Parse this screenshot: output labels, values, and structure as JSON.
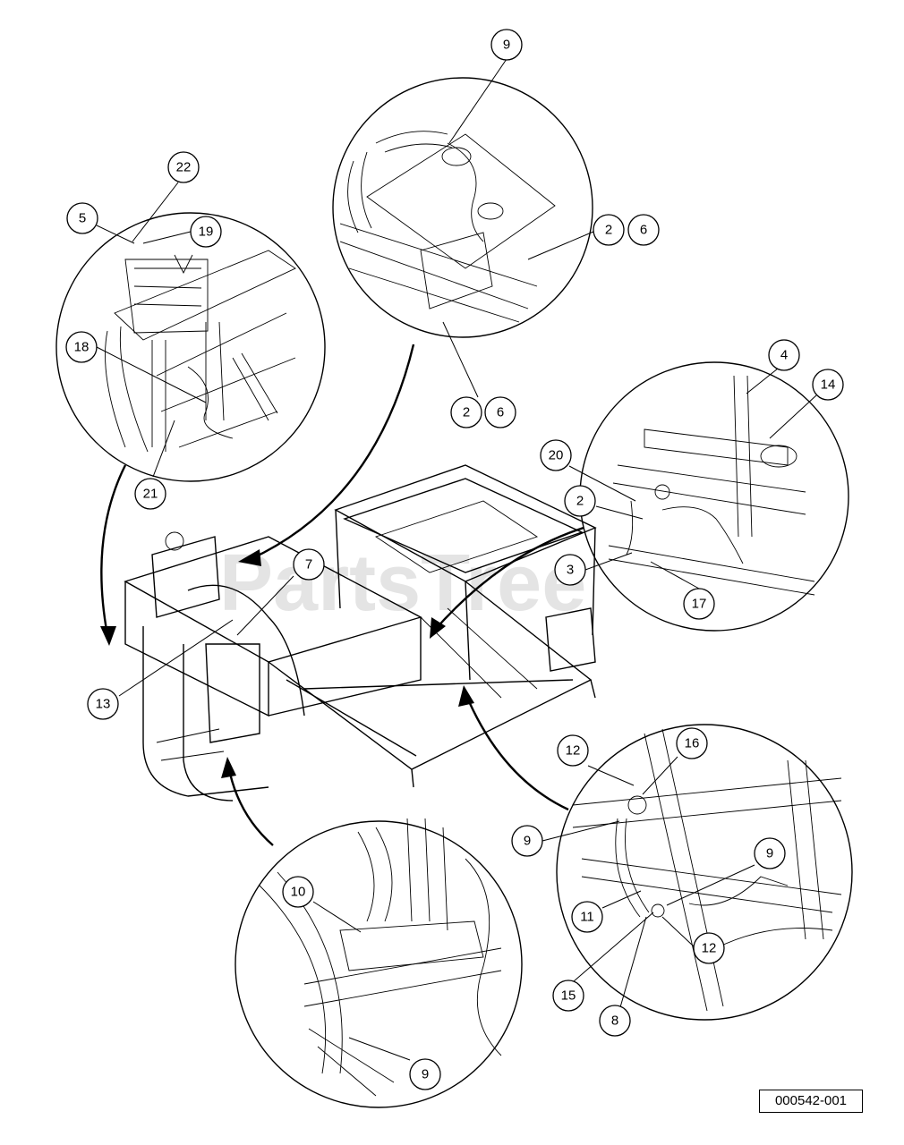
{
  "watermark": "PartsTree",
  "reference_code": "000542-001",
  "callouts": {
    "c9_top": "9",
    "c22": "22",
    "c5": "5",
    "c19": "19",
    "c2_a": "2",
    "c6_a": "6",
    "c18": "18",
    "c2_b": "2",
    "c6_b": "6",
    "c4": "4",
    "c14": "14",
    "c20": "20",
    "c2_c": "2",
    "c21": "21",
    "c7": "7",
    "c3": "3",
    "c17": "17",
    "c13": "13",
    "c12_a": "12",
    "c16": "16",
    "c9_mid": "9",
    "c9_right": "9",
    "c10": "10",
    "c11": "11",
    "c12_b": "12",
    "c15": "15",
    "c8": "8",
    "c9_bottom": "9"
  }
}
